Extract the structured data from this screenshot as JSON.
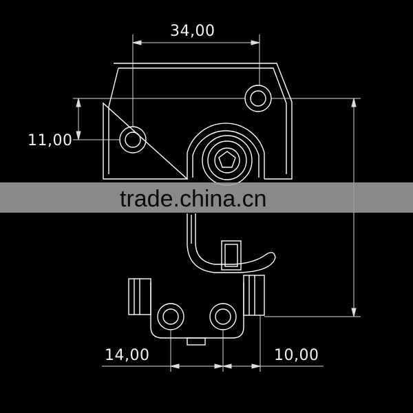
{
  "drawing": {
    "background": "#000000",
    "line_color": "#ffffff",
    "dimensions": {
      "top_width": "34,00",
      "left_offset": "11,00",
      "bottom_left_spacing": "14,00",
      "bottom_right_spacing": "10,00"
    }
  },
  "watermark": {
    "text": "trade.china.cn",
    "band_color": "#9c9c9c"
  }
}
